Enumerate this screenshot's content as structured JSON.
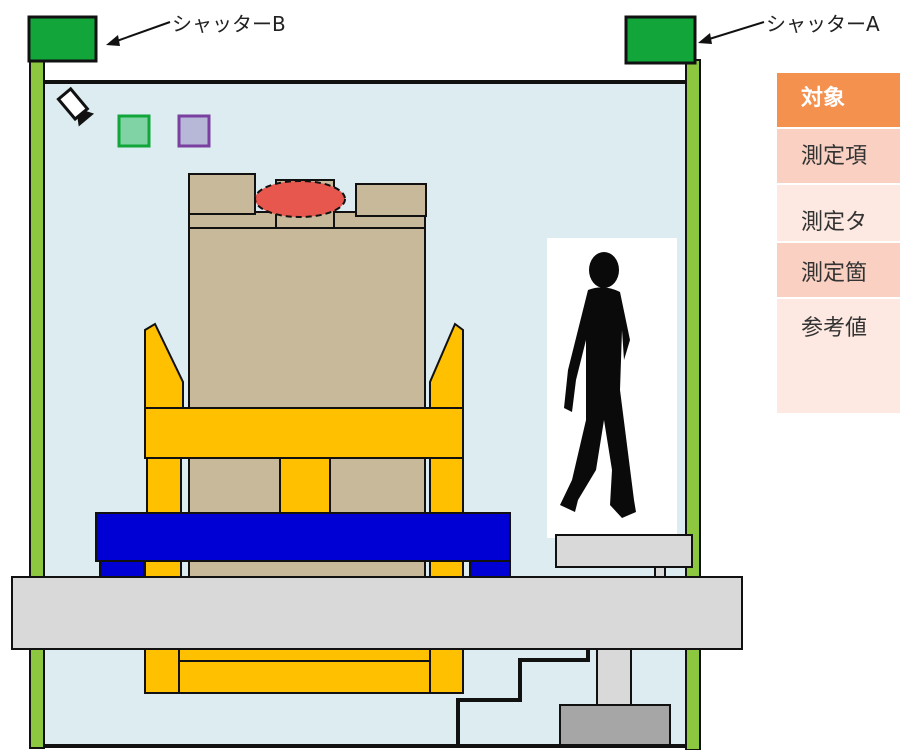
{
  "labels": {
    "shutter_b": "シャッターB",
    "shutter_a": "シャッターA"
  },
  "table": {
    "header": "対象",
    "rows": [
      "測定項",
      "測定タ",
      "測定箇",
      "参考値"
    ]
  },
  "colors": {
    "room_fill": "#dcecf1",
    "shutter_frame": "#8dc63f",
    "shutter_box": "#11a53a",
    "box": "#c8b99a",
    "yellow_frame": "#ffc000",
    "blue_base": "#0000d4",
    "conveyor": "#d9d9d9",
    "target_marker": "#e8574d",
    "header_orange": "#f4914e"
  }
}
